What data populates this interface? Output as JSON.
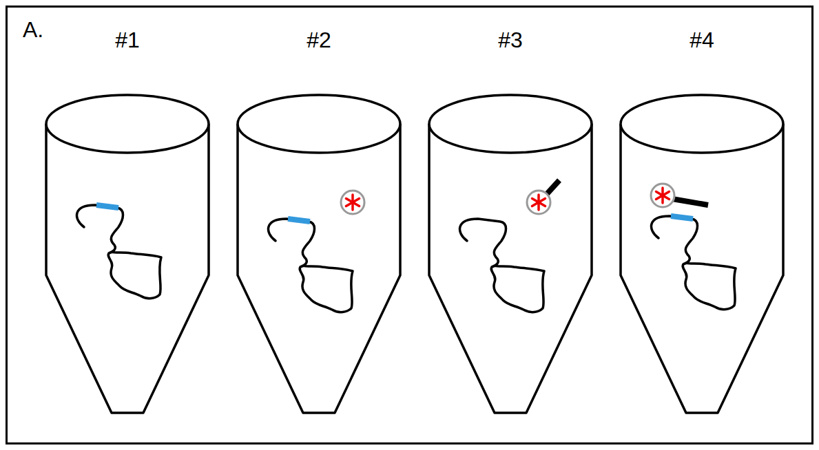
{
  "diagram": {
    "nodes": [
      {
        "text": [
          "A."
        ]
      },
      {
        "text": [
          "#1"
        ],
        "in": 0
      },
      {
        "text": [
          "#2"
        ],
        "in": 0
      },
      {
        "text": [
          "#3"
        ],
        "in": 0
      },
      {
        "text": [
          "#4"
        ],
        "in": 0
      }
    ]
  }
}
